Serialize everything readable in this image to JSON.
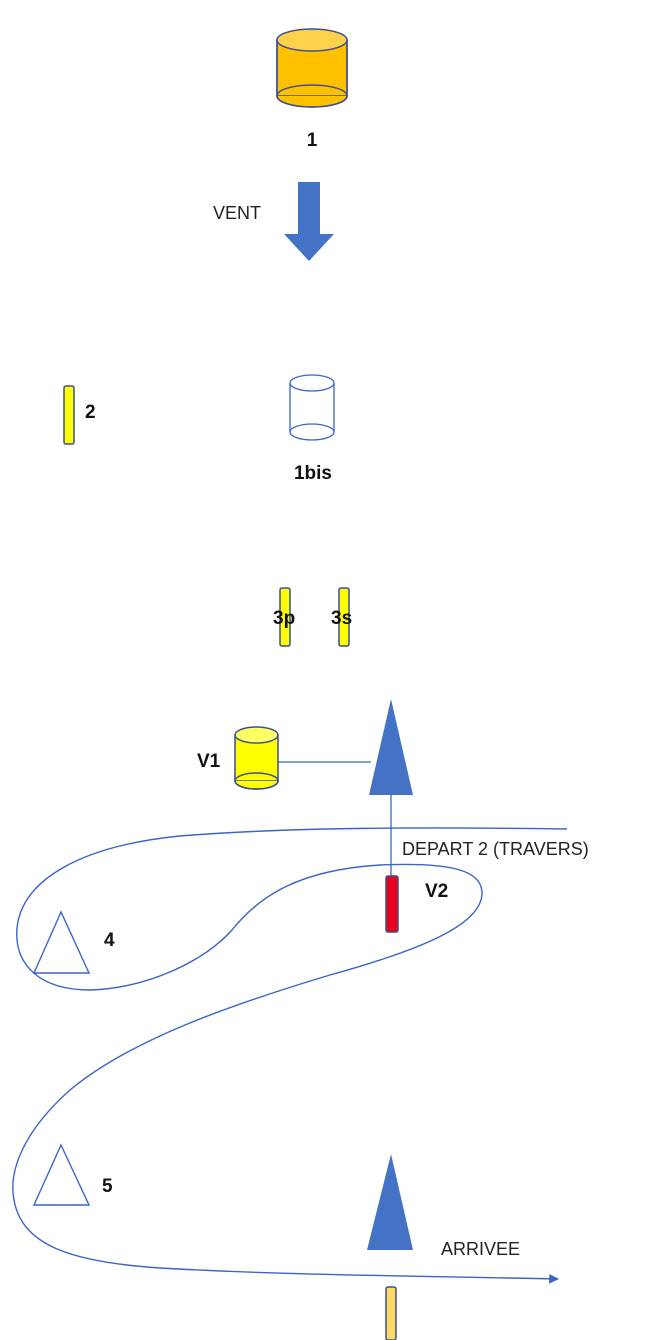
{
  "colors": {
    "blue": "#4472c4",
    "outline_blue": "#2f4f9f",
    "orange": "#ffc000",
    "yellow": "#ffff00",
    "red": "#e8001c",
    "light_orange": "#ffd966",
    "line": "#3b64c8"
  },
  "marks": {
    "buoy_1": "1",
    "buoy_1bis": "1bis",
    "buoy_2": "2",
    "gate_3p": "3p",
    "gate_3s": "3s",
    "buoy_v1": "V1",
    "buoy_v2": "V2",
    "buoy_4": "4",
    "buoy_5": "5"
  },
  "annotations": {
    "wind": "VENT",
    "start": "DEPART 2 (TRAVERS)",
    "finish": "ARRIVEE"
  }
}
